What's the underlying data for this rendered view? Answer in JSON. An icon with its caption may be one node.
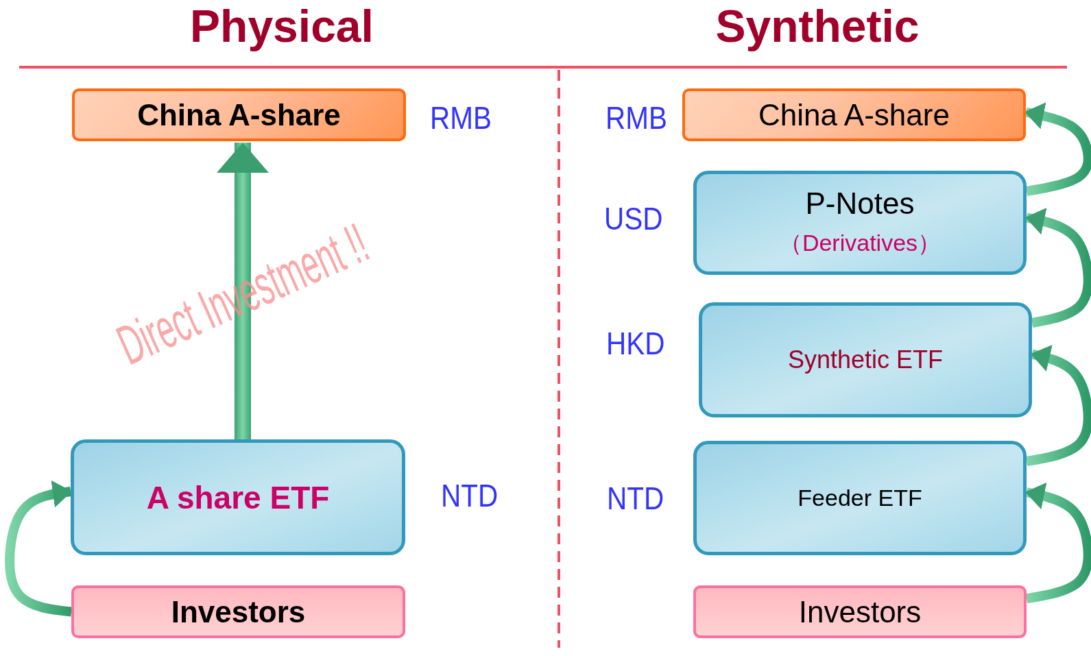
{
  "diagram": {
    "nodes": [
      {
        "text": [
          "China A-share"
        ],
        "beside": [
          "RMB"
        ]
      },
      {
        "text": [
          "A share ETF"
        ],
        "beside": [
          "NTD"
        ]
      },
      {
        "text": [
          "Investors"
        ]
      },
      {
        "text": [
          "China A-share"
        ],
        "beside": [
          "RMB"
        ]
      },
      {
        "text": [
          "P-Notes",
          "（Derivatives）"
        ],
        "beside": [
          "USD"
        ]
      },
      {
        "text": [
          "Synthetic ETF"
        ],
        "beside": [
          "HKD"
        ]
      },
      {
        "text": [
          "Feeder ETF"
        ],
        "beside": [
          "NTD"
        ]
      },
      {
        "text": [
          "Investors"
        ]
      }
    ],
    "edges": [
      {
        "from": 2,
        "to": 1,
        "arrow": "to"
      },
      {
        "from": 1,
        "to": 0,
        "arrow": "to",
        "label": "Direct Investment !!",
        "style": "thick"
      },
      {
        "from": 7,
        "to": 6,
        "arrow": "to"
      },
      {
        "from": 6,
        "to": 5,
        "arrow": "to"
      },
      {
        "from": 5,
        "to": 4,
        "arrow": "to"
      },
      {
        "from": 4,
        "to": 3,
        "arrow": "to"
      }
    ],
    "labels": [
      "Physical",
      "Synthetic"
    ]
  }
}
